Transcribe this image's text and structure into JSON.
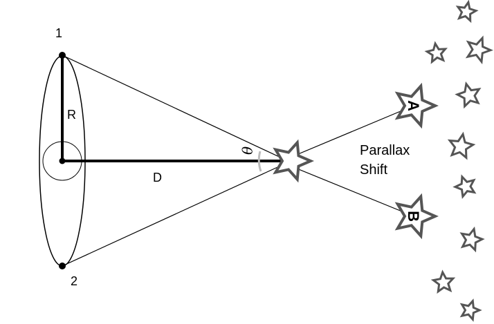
{
  "labels": {
    "point_1": "1",
    "point_2": "2",
    "radius": "R",
    "distance": "D",
    "angle": "θ",
    "star_a": "A",
    "star_b": "B",
    "shift_line1": "Parallax",
    "shift_line2": "Shift"
  },
  "colors": {
    "line": "#000000",
    "star_outline": "#555555",
    "background": "#ffffff"
  }
}
